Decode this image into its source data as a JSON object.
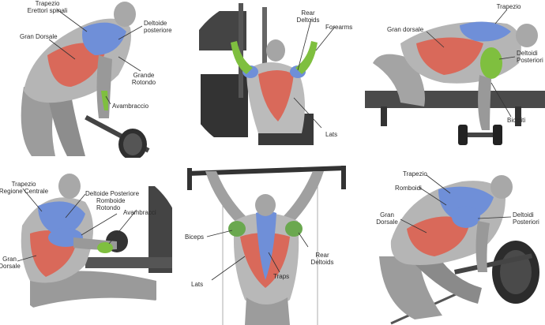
{
  "panels": [
    {
      "id": "bent-over-row-barbell",
      "labels": [
        "Trapezio",
        "Erettori spinali",
        "Deltoide",
        "posteriore",
        "Gran Dorsale",
        "Grande",
        "Rotondo",
        "Avambraccio"
      ]
    },
    {
      "id": "seated-machine-row",
      "labels": [
        "Rear",
        "Deltoids",
        "Forearms",
        "Lats"
      ]
    },
    {
      "id": "chest-supported-dumbbell-row",
      "labels": [
        "Trapezio",
        "Gran dorsale",
        "Deltoidi",
        "Posteriori",
        "Bicipiti"
      ]
    },
    {
      "id": "seated-cable-row",
      "labels": [
        "Trapezio",
        "Regione Centrale",
        "Deltoide Posteriore",
        "Romboide",
        "Rotondo",
        "Avambracci",
        "Gran",
        "Dorsale"
      ]
    },
    {
      "id": "pull-up",
      "labels": [
        "Biceps",
        "Rear",
        "Deltoids",
        "Lats",
        "Traps"
      ]
    },
    {
      "id": "bent-over-row-reverse",
      "labels": [
        "Trapezio",
        "Romboidi",
        "Gran",
        "Dorsale",
        "Deltoidi",
        "Posteriori"
      ]
    }
  ],
  "colors": {
    "skin": "#b9b9b9",
    "skin_dark": "#7d7d7d",
    "trapezius": "#6f8fd8",
    "lats": "#d9695a",
    "deltoid": "#6aa84f",
    "forearm": "#7fbf3f",
    "equipment": "#3a3a3a"
  }
}
